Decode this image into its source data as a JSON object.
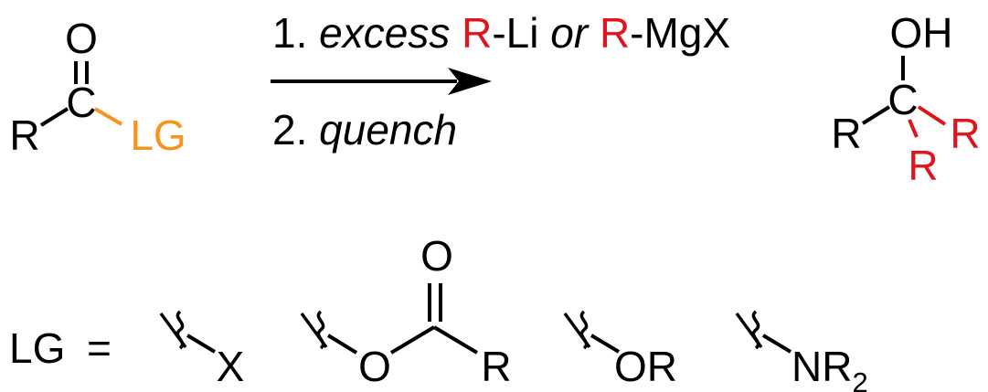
{
  "colors": {
    "black": "#000000",
    "red": "#e0141c",
    "orange": "#f7941d"
  },
  "reactant": {
    "o": "O",
    "c": "C",
    "r": "R",
    "lg": "LG"
  },
  "arrow": {
    "step1_number": "1.",
    "step1_excess": "excess",
    "step1_r1": "R",
    "step1_li": "-Li",
    "step1_or": "or",
    "step1_r2": "R",
    "step1_mgx": "-MgX",
    "step2_number": "2.",
    "step2_quench": "quench"
  },
  "product": {
    "oh": "OH",
    "c": "C",
    "r_left": "R",
    "r_right": "R",
    "r_bottom": "R"
  },
  "legend": {
    "lg": "LG",
    "equals": "=",
    "x": "X",
    "acyl_o_top": "O",
    "acyl_o": "O",
    "acyl_r": "R",
    "or": "OR",
    "nr": "NR",
    "nr_sub": "2"
  }
}
